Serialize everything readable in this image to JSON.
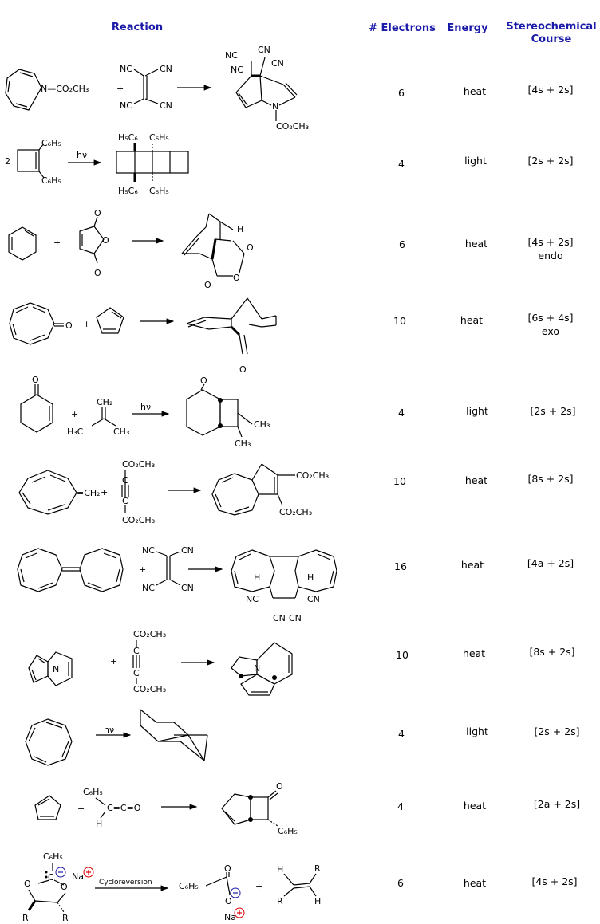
{
  "headers": {
    "reaction": "Reaction",
    "electrons": "# Electrons",
    "energy": "Energy",
    "stereo_line1": "Stereochemical",
    "stereo_line2": "Course"
  },
  "rows": [
    {
      "electrons": "6",
      "energy": "heat",
      "course": "[4s + 2s]",
      "course2": ""
    },
    {
      "electrons": "4",
      "energy": "light",
      "course": "[2s + 2s]",
      "course2": ""
    },
    {
      "electrons": "6",
      "energy": "heat",
      "course": "[4s + 2s]",
      "course2": "endo"
    },
    {
      "electrons": "10",
      "energy": "heat",
      "course": "[6s + 4s]",
      "course2": "exo"
    },
    {
      "electrons": "4",
      "energy": "light",
      "course": "[2s + 2s]",
      "course2": ""
    },
    {
      "electrons": "10",
      "energy": "heat",
      "course": "[8s + 2s]",
      "course2": ""
    },
    {
      "electrons": "16",
      "energy": "heat",
      "course": "[4a + 2s]",
      "course2": ""
    },
    {
      "electrons": "10",
      "energy": "heat",
      "course": "[8s + 2s]",
      "course2": ""
    },
    {
      "electrons": "4",
      "energy": "light",
      "course": "[2s + 2s]",
      "course2": ""
    },
    {
      "electrons": "4",
      "energy": "heat",
      "course": "[2a + 2s]",
      "course2": ""
    },
    {
      "electrons": "6",
      "energy": "heat",
      "course": "[4s + 2s]",
      "course2": ""
    }
  ],
  "labels": {
    "plus": "+",
    "hv": "hν",
    "two": "2",
    "co2ch3": "CO₂CH₃",
    "n_co2ch3": "N—CO₂CH₃",
    "cn": "CN",
    "nc": "NC",
    "c6h5": "C₆H₅",
    "h5c6": "H₅C₆",
    "o": "O",
    "h": "H",
    "n": "N",
    "ch2": "CH₂",
    "eq_ch2": "=CH₂",
    "ch3": "CH₃",
    "h3c": "H₃C",
    "c": "C",
    "cco": "C=C=O",
    "na": "Na",
    "r": "R",
    "cycloreversion": "Cycloreversion",
    "c6h5_acyl": "C₆H₅",
    "minus": "−",
    "plus_charge": "+"
  }
}
